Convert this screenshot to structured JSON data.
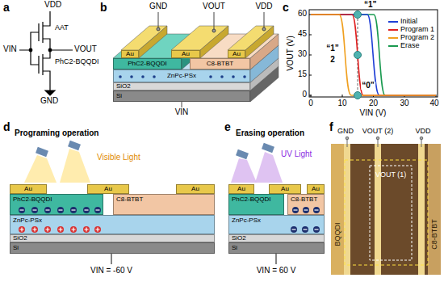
{
  "diagram": {
    "nodes": [
      {
        "text": [
          "Au"
        ]
      },
      {
        "text": [
          "Au"
        ]
      },
      {
        "text": [
          "Au"
        ]
      },
      {
        "text": [
          "PhC2-BQQDI"
        ]
      },
      {
        "text": [
          "C8-BTBT"
        ]
      },
      {
        "text": [
          "ZnPc-PSx"
        ]
      },
      {
        "text": [
          "SiO2"
        ]
      },
      {
        "text": [
          "Si"
        ]
      },
      {
        "text": [
          "Au"
        ]
      },
      {
        "text": [
          "Au"
        ]
      },
      {
        "text": [
          "Au"
        ]
      },
      {
        "text": [
          "PhC2-BQQDI"
        ]
      },
      {
        "text": [
          "C8-BTBT"
        ]
      },
      {
        "text": [
          "ZnPc-PSx"
        ]
      },
      {
        "text": [
          "SiO2"
        ]
      },
      {
        "text": [
          "Si"
        ]
      },
      {
        "text": [
          "Au"
        ]
      },
      {
        "text": [
          "Au"
        ]
      },
      {
        "text": [
          "Au"
        ]
      },
      {
        "text": [
          "PhC2-BQQDI"
        ]
      },
      {
        "text": [
          "C8-BTBT"
        ]
      },
      {
        "text": [
          "ZnPc-PSx"
        ]
      },
      {
        "text": [
          "SiO2"
        ]
      },
      {
        "text": [
          "Si"
        ]
      }
    ],
    "labels": [
      "a",
      "VDD",
      "AAT",
      "VIN",
      "VOUT",
      "PhC2-BQQDI",
      "GND",
      "b",
      "GND",
      "VOUT",
      "VDD",
      "VIN",
      "c",
      "60",
      "45",
      "30",
      "15",
      "0",
      "0",
      "10",
      "20",
      "30",
      "40",
      "VOUT (V)",
      "VIN (V)",
      "“1”",
      "“1”",
      "2",
      "“0”",
      "d",
      "Programing operation",
      "Visible Light",
      "VIN = -60 V",
      "e",
      "Erasing operation",
      "UV Light",
      "VIN = 60 V",
      "f",
      "GND",
      "VOUT (2)",
      "VDD",
      "VOUT (1)",
      "BQQDI",
      "C8-BTBT"
    ],
    "legend": [
      {
        "text": "Initial",
        "color": "#1f3fd6"
      },
      {
        "text": "Program 1",
        "color": "#e02020"
      },
      {
        "text": "Program 2",
        "color": "#f0a020"
      },
      {
        "text": "Erase",
        "color": "#1a9a50"
      }
    ]
  }
}
